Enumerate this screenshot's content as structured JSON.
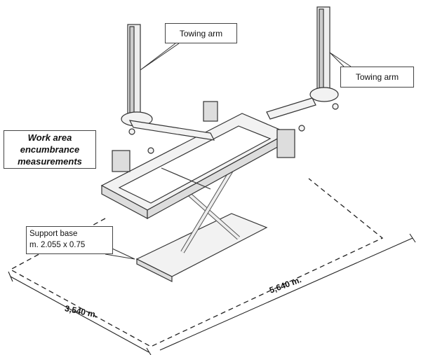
{
  "labels": {
    "towing_arm_left": "Towing arm",
    "towing_arm_right": "Towing arm",
    "work_area": [
      "Work area",
      "encumbrance",
      "measurements"
    ],
    "support_base": [
      "Support base",
      "m. 2.055 x 0.75"
    ]
  },
  "dimensions": {
    "width": "3,540 m.",
    "length": "5,640 m."
  }
}
